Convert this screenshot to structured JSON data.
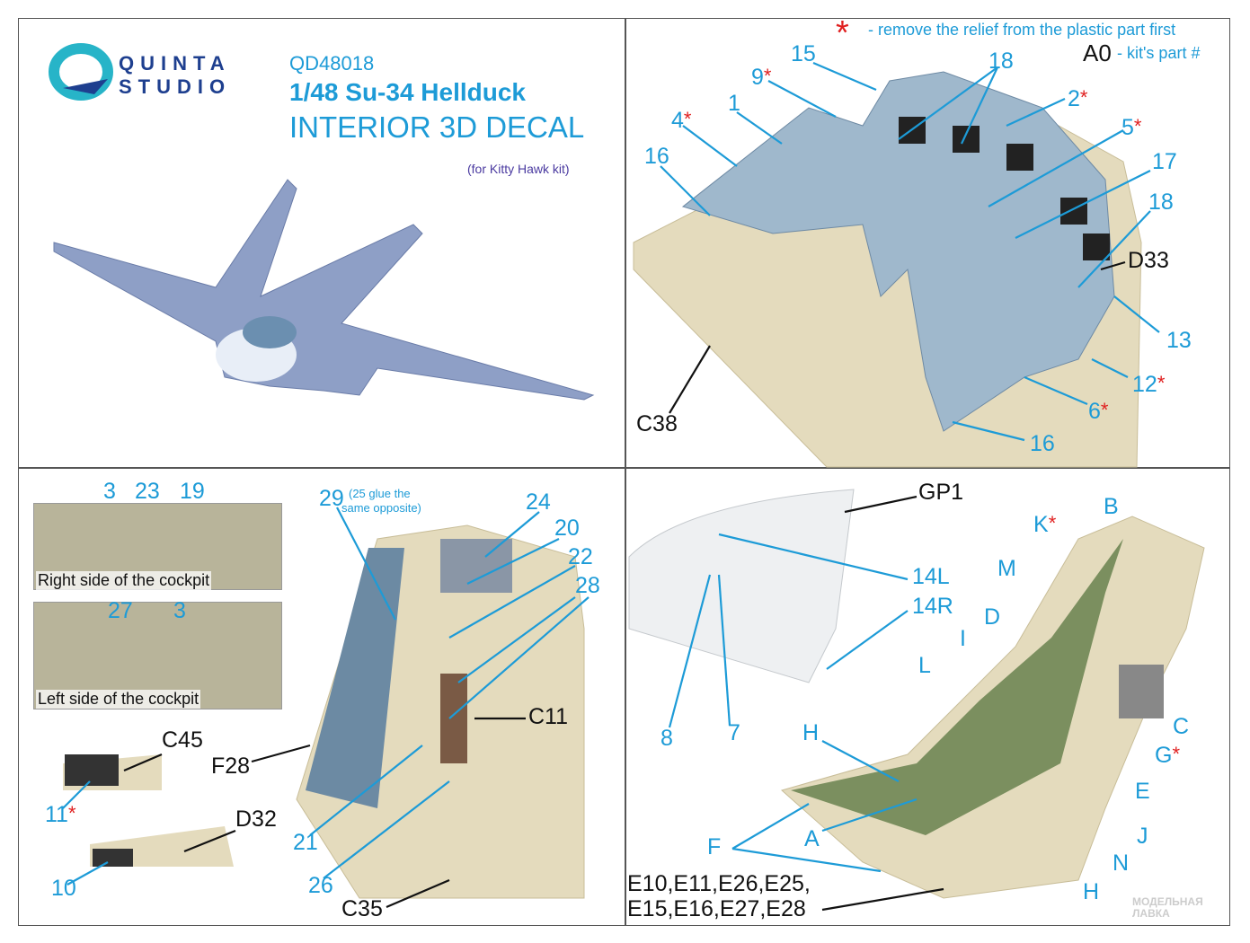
{
  "header": {
    "brand_line1": "QUINTA",
    "brand_line2": "STUDIO",
    "code": "QD48018",
    "title": "1/48 Su-34 Hellduck",
    "subtitle": "INTERIOR 3D DECAL",
    "kit_note": "(for Kitty Hawk kit)"
  },
  "legend": {
    "star": "*",
    "star_text": "- remove the relief from the plastic part first",
    "part_example": "A0",
    "part_text": "- kit's part #"
  },
  "panel_cockpit": {
    "labels": [
      "15",
      "9",
      "18",
      "2",
      "1",
      "4",
      "5",
      "16",
      "17",
      "18",
      "D33",
      "13",
      "12",
      "6",
      "16",
      "C38"
    ]
  },
  "panel_sidewall": {
    "labels": [
      "3",
      "23",
      "19",
      "27",
      "3",
      "C45",
      "11",
      "D32",
      "10",
      "29",
      "24",
      "20",
      "22",
      "28",
      "C11",
      "F28",
      "21",
      "26",
      "C35"
    ],
    "right_caption": "Right side of the cockpit",
    "left_caption": "Left side of the cockpit",
    "note_29": "(25 glue the",
    "note_29b": "same opposite)"
  },
  "panel_seat": {
    "labels": [
      "GP1",
      "B",
      "K",
      "M",
      "14L",
      "14R",
      "D",
      "I",
      "L",
      "8",
      "7",
      "C",
      "G",
      "H",
      "E",
      "J",
      "A",
      "F",
      "N",
      "H"
    ],
    "parts_line1": "E10,E11,E26,E25,",
    "parts_line2": "E15,E16,E27,E28"
  },
  "watermark": {
    "line1": "МОДЕЛЬНАЯ",
    "line2": "ЛАВКА"
  },
  "colors": {
    "accent": "#1d9bd7",
    "brand": "#1e3f8f",
    "star": "#e02020",
    "resin": "#e4dbbd"
  }
}
